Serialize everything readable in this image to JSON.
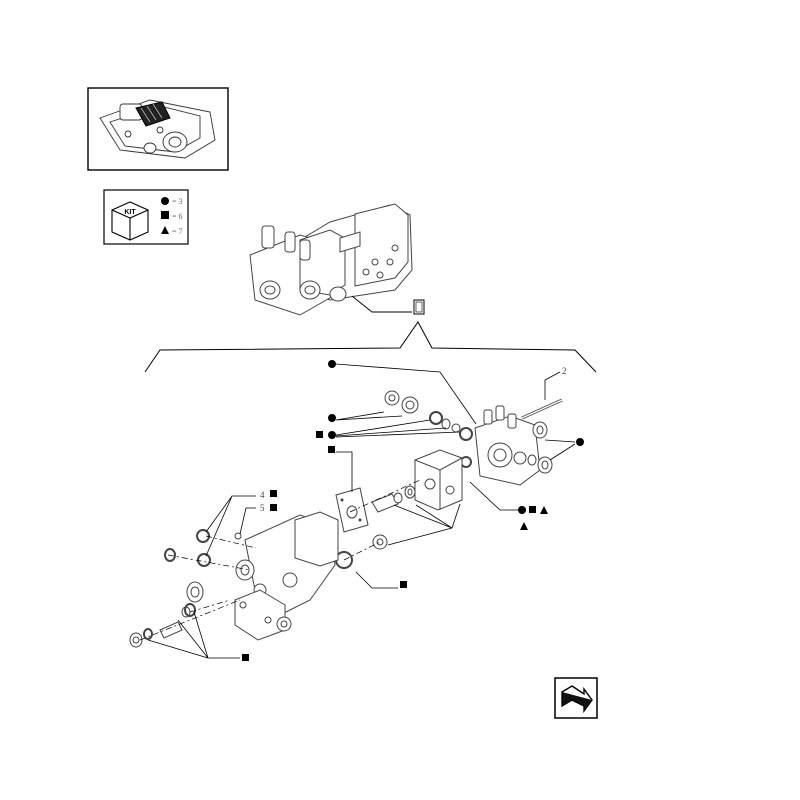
{
  "kit_box": {
    "label": "KIT",
    "entries": [
      {
        "symbol": "circle-icon",
        "text": "= 3"
      },
      {
        "symbol": "square-icon",
        "text": "= 6"
      },
      {
        "symbol": "triangle-icon",
        "text": "= 7"
      }
    ]
  },
  "callouts": {
    "part_2": "2",
    "part_4": "4",
    "part_5": "5"
  },
  "colors": {
    "line": "#000000",
    "part_stroke": "#444444",
    "background": "#ffffff"
  }
}
